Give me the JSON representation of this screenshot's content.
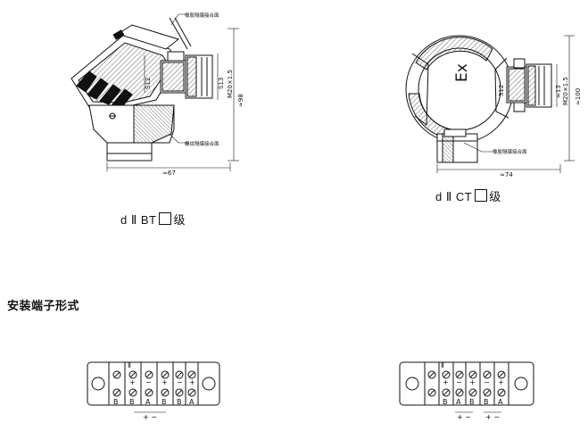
{
  "left_drawing": {
    "callout_top": "橡胶隔爆接合面",
    "callout_bottom": "螺纹隔爆接合面",
    "dim_width": "≈67",
    "dim_height": "≈98",
    "dim_s12": "S12",
    "dim_s13": "S13",
    "dim_thread": "M20×1.5",
    "caption_prefix": "d Ⅱ BT",
    "caption_suffix": "级"
  },
  "right_drawing": {
    "center_label": "Ex",
    "callout": "橡胶隔爆接合面",
    "dim_width": "≈74",
    "dim_height": "≈100",
    "dim_s12": "S12",
    "dim_s13": "≈13",
    "dim_thread": "M20×1.5",
    "caption_prefix": "d Ⅱ CT",
    "caption_suffix": "级"
  },
  "section_title": "安装端子形式",
  "terminal_left": {
    "top_labels": [
      "Ⅱ",
      "+",
      "−",
      "+",
      "−",
      "+",
      "−"
    ],
    "bottom_labels": [
      "B",
      "B",
      "A",
      "B",
      "B",
      "A"
    ],
    "polarity": "+  −"
  },
  "terminal_right": {
    "top_labels": [
      "Ⅱ",
      "+",
      "−",
      "+",
      "−",
      "+"
    ],
    "bottom_labels": [
      "B",
      "A",
      "B",
      "B",
      "A"
    ],
    "polarity_1": "+  −",
    "polarity_2": "+  −"
  }
}
